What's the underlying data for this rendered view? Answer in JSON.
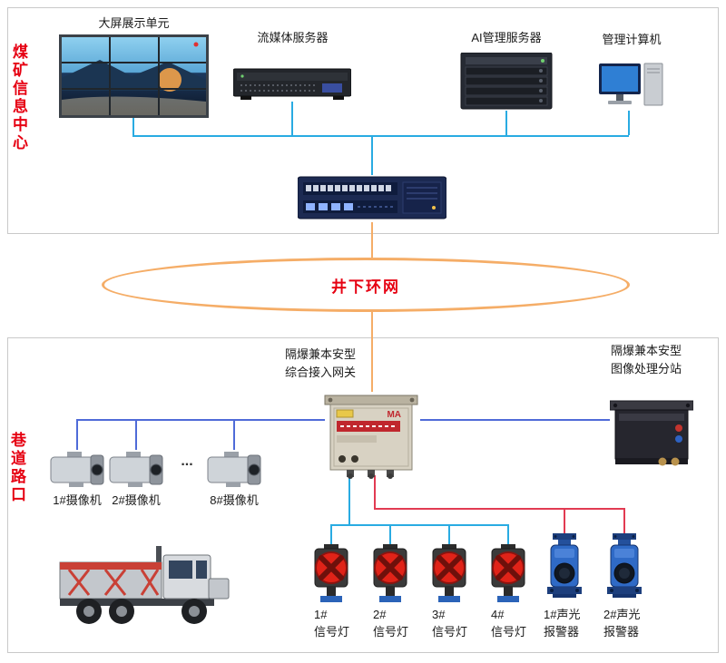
{
  "colors": {
    "accent_red_text": "#e60012",
    "line_cyan": "#29abe2",
    "line_orange": "#f5ad67",
    "line_blue": "#4f6bd8",
    "line_red": "#e23b52",
    "box_border": "#c9c9c9"
  },
  "info_center": {
    "side_label": "煤矿信息中心",
    "video_wall_label": "大屏展示单元",
    "media_server_label": "流媒体服务器",
    "ai_server_label": "AI管理服务器",
    "computer_label": "管理计算机"
  },
  "ring_network": {
    "label": "井下环网"
  },
  "tunnel": {
    "side_label": "巷道路口",
    "gateway_label_line1": "隔爆兼本安型",
    "gateway_label_line2": "综合接入网关",
    "gateway_badge": "MA",
    "substation_label_line1": "隔爆兼本安型",
    "substation_label_line2": "图像处理分站",
    "cameras": [
      {
        "label": "1#摄像机"
      },
      {
        "label": "2#摄像机"
      },
      {
        "label": "8#摄像机"
      }
    ],
    "camera_ellipsis": "...",
    "signal_lights": [
      {
        "line1": "1#",
        "line2": "信号灯"
      },
      {
        "line1": "2#",
        "line2": "信号灯"
      },
      {
        "line1": "3#",
        "line2": "信号灯"
      },
      {
        "line1": "4#",
        "line2": "信号灯"
      }
    ],
    "alarms": [
      {
        "line1": "1#声光",
        "line2": "报警器"
      },
      {
        "line1": "2#声光",
        "line2": "报警器"
      }
    ]
  }
}
